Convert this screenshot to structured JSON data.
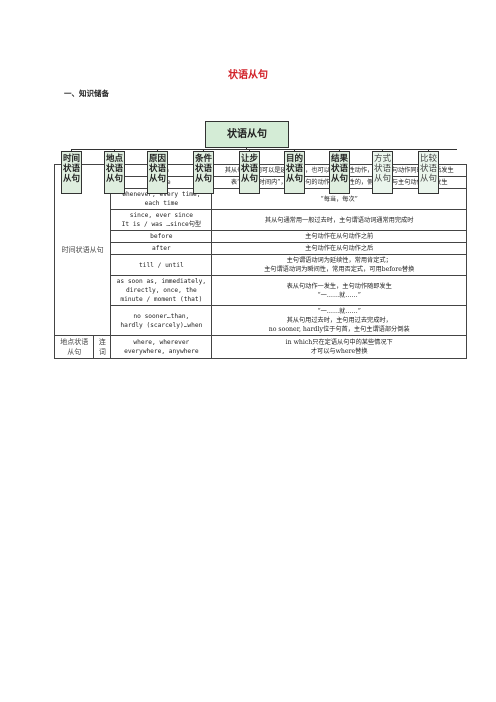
{
  "title": "状语从句",
  "section_heading": "一、知识储备",
  "tree": {
    "root": "状语从句",
    "categories": [
      {
        "label": "时间状语从句",
        "style": "bold"
      },
      {
        "label": "地点状语从句",
        "style": "bold"
      },
      {
        "label": "原因状语从句",
        "style": "bold"
      },
      {
        "label": "条件状语从句",
        "style": "bold"
      },
      {
        "label": "让步状语从句",
        "style": "bold"
      },
      {
        "label": "目的状语从句",
        "style": "bold"
      },
      {
        "label": "结果状语从句",
        "style": "bold"
      },
      {
        "label": "方式状语从句",
        "style": "light"
      },
      {
        "label": "比较状语从句",
        "style": "light"
      }
    ]
  },
  "table": {
    "time_group_label": "时间状语从句",
    "place_group_label": "地点状语从句",
    "place_sub_label": "连词",
    "time_rows": [
      {
        "conj": "when",
        "desc": "其从句的动词可以是延续性的，也可以是瞬间性动作，且与主句动作同时或先后发生"
      },
      {
        "conj": "while",
        "desc": "表“在某段时间内”，引出从句的动作是延续性的，侧重表示与主句动作同时发生"
      },
      {
        "conj": "whenever, every time, each time",
        "desc": "“每当，每次”"
      },
      {
        "conj": "since, ever since\nIt is / was …since句型",
        "desc": "其从句通常用一般过去时，主句谓语动词通常用完成时"
      },
      {
        "conj": "before",
        "desc": "主句动作在从句动作之前"
      },
      {
        "conj": "after",
        "desc": "主句动作在从句动作之后"
      },
      {
        "conj": "till / until",
        "desc": "主句谓语动词为延续性，常用肯定式；\n主句谓语动词为瞬间性，常用否定式，可用before替换"
      },
      {
        "conj": "as soon as, immediately, directly, once, the minute / moment (that)",
        "desc": "表从句动作一发生，主句动作随即发生\n“一……就……”"
      },
      {
        "conj": "no sooner…than,\nhardly (scarcely)…when",
        "desc": "“一……就……”\n其从句用过去时，主句用过去完成时，\nno sooner, hardly位于句首，主句主谓语部分倒装"
      }
    ],
    "place_row": {
      "conj": "where, wherever\neverywhere, anywhere",
      "desc": "in which只在定语从句中的某些情况下\n才可以与where替换"
    }
  }
}
